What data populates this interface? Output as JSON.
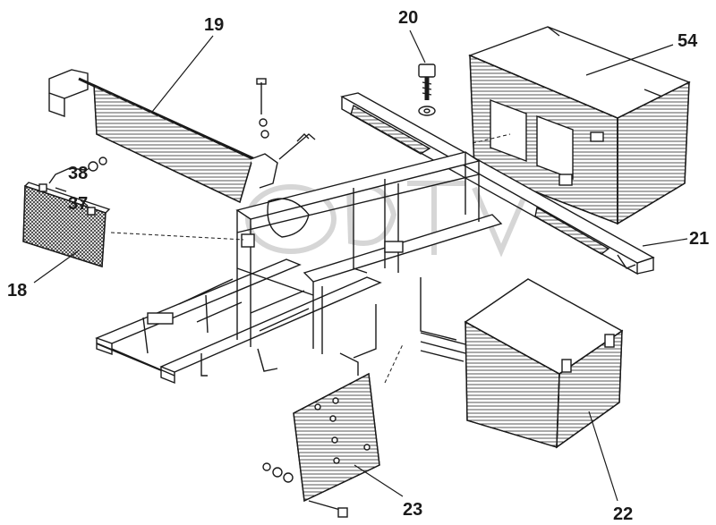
{
  "callouts": {
    "c19": "19",
    "c20": "20",
    "c54": "54",
    "c38": "38",
    "c37": "37",
    "c21": "21",
    "c18": "18",
    "c23": "23",
    "c22": "22"
  },
  "colors": {
    "ink": "#1a1a1a",
    "hatch": "#555555",
    "background": "#ffffff",
    "watermark": "#d8d8d8"
  }
}
